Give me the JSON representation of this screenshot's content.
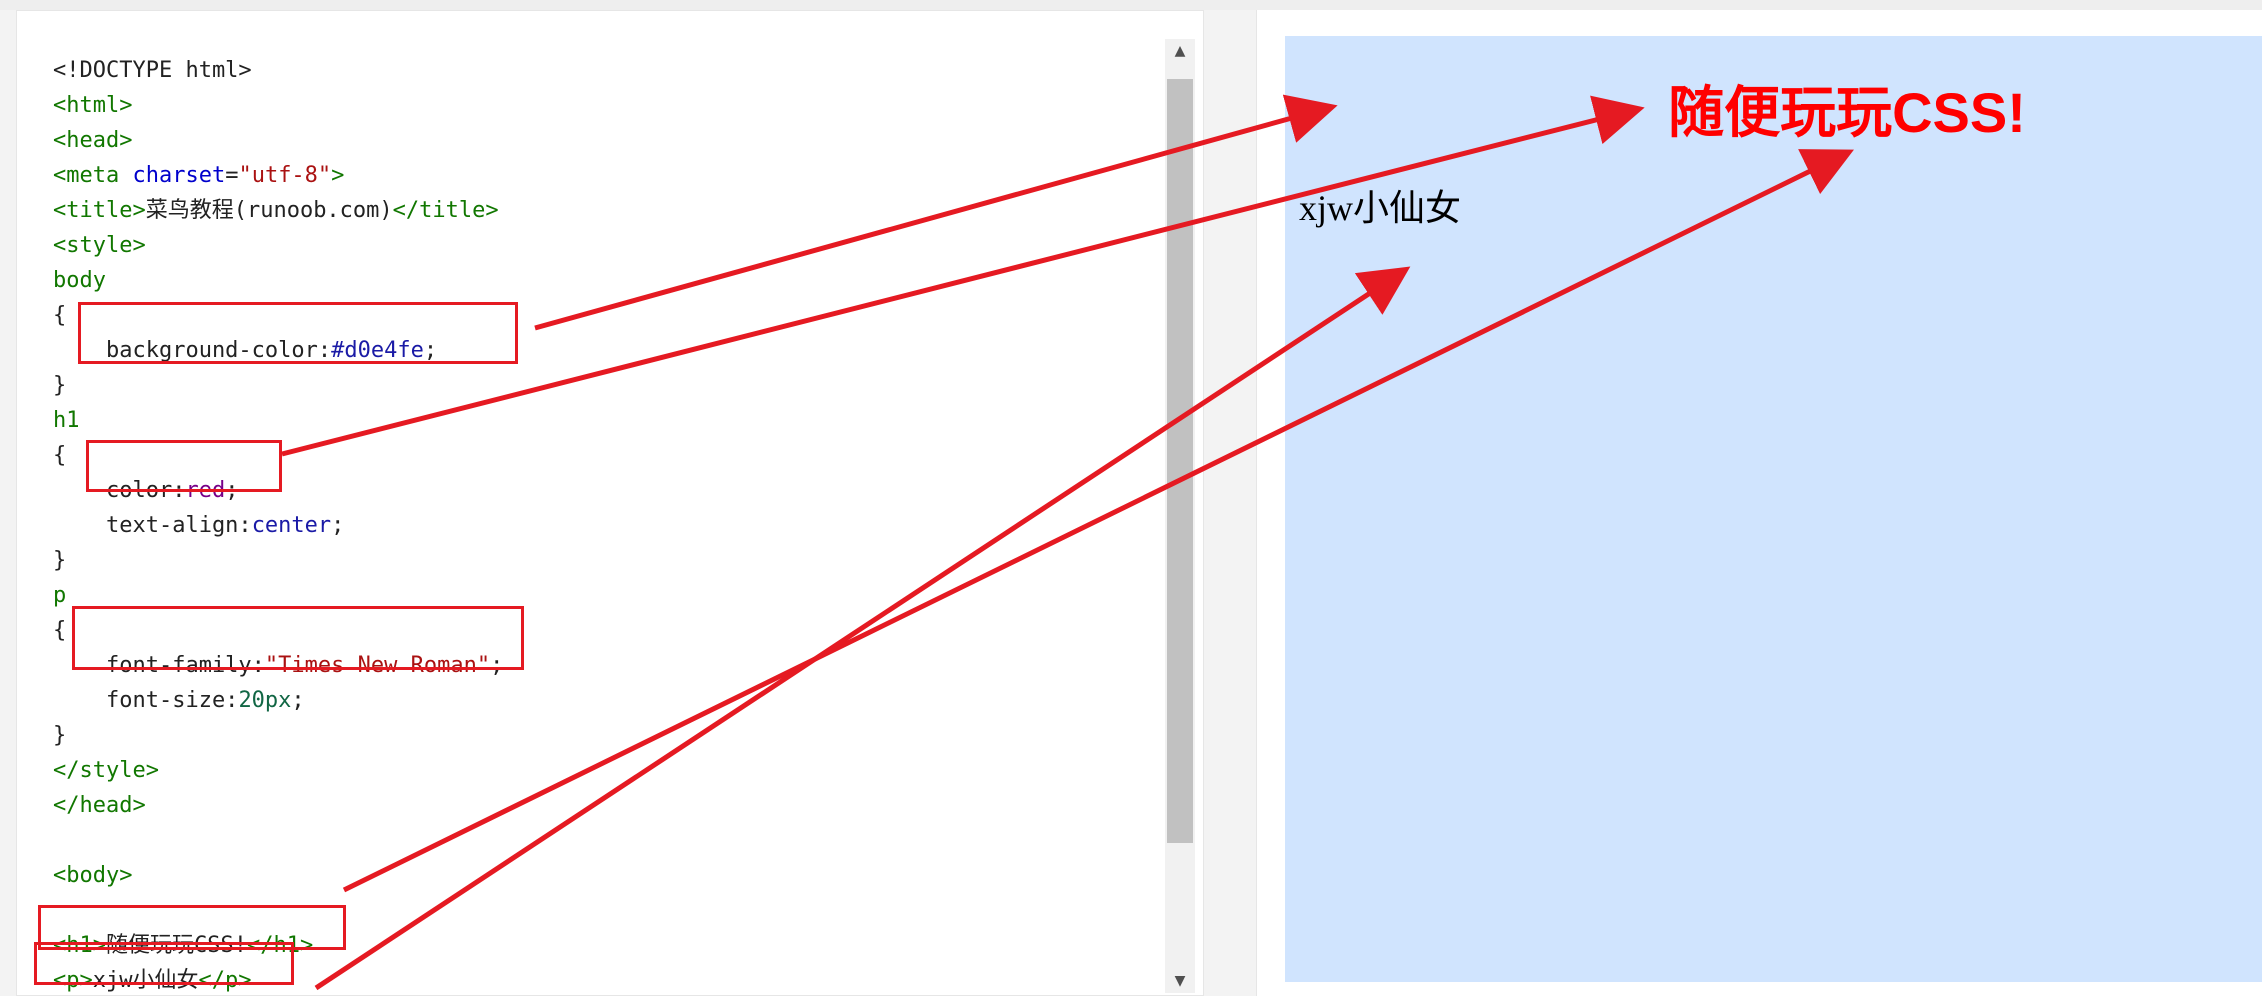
{
  "editor": {
    "lines": [
      [
        {
          "t": "<!DOCTYPE html>",
          "c": ""
        }
      ],
      [
        {
          "t": "<html>",
          "c": "c-tag"
        }
      ],
      [
        {
          "t": "<head>",
          "c": "c-tag"
        }
      ],
      [
        {
          "t": "<meta ",
          "c": "c-tag"
        },
        {
          "t": "charset",
          "c": "c-attr"
        },
        {
          "t": "=",
          "c": ""
        },
        {
          "t": "\"utf-8\"",
          "c": "c-str"
        },
        {
          "t": ">",
          "c": "c-tag"
        }
      ],
      [
        {
          "t": "<title>",
          "c": "c-tag"
        },
        {
          "t": "菜鸟教程(runoob.com)",
          "c": ""
        },
        {
          "t": "</title>",
          "c": "c-tag"
        }
      ],
      [
        {
          "t": "<style>",
          "c": "c-tag"
        }
      ],
      [
        {
          "t": "body",
          "c": "c-tag"
        }
      ],
      [
        {
          "t": "{",
          "c": ""
        }
      ],
      [
        {
          "t": "    background-color:",
          "c": ""
        },
        {
          "t": "#d0e4fe",
          "c": "c-hex"
        },
        {
          "t": ";",
          "c": ""
        }
      ],
      [
        {
          "t": "}",
          "c": ""
        }
      ],
      [
        {
          "t": "h1",
          "c": "c-tag"
        }
      ],
      [
        {
          "t": "{",
          "c": ""
        }
      ],
      [
        {
          "t": "    color:",
          "c": ""
        },
        {
          "t": "red",
          "c": "c-kw"
        },
        {
          "t": ";",
          "c": ""
        }
      ],
      [
        {
          "t": "    text-align:",
          "c": ""
        },
        {
          "t": "center",
          "c": "c-hex"
        },
        {
          "t": ";",
          "c": ""
        }
      ],
      [
        {
          "t": "}",
          "c": ""
        }
      ],
      [
        {
          "t": "p",
          "c": "c-tag"
        }
      ],
      [
        {
          "t": "{",
          "c": ""
        }
      ],
      [
        {
          "t": "    font-family:",
          "c": ""
        },
        {
          "t": "\"Times New Roman\"",
          "c": "c-str"
        },
        {
          "t": ";",
          "c": ""
        }
      ],
      [
        {
          "t": "    font-size:",
          "c": ""
        },
        {
          "t": "20px",
          "c": "c-num"
        },
        {
          "t": ";",
          "c": ""
        }
      ],
      [
        {
          "t": "}",
          "c": ""
        }
      ],
      [
        {
          "t": "</style>",
          "c": "c-tag"
        }
      ],
      [
        {
          "t": "</head>",
          "c": "c-tag"
        }
      ],
      [],
      [
        {
          "t": "<body>",
          "c": "c-tag"
        }
      ],
      [],
      [
        {
          "t": "<h1>",
          "c": "c-tag"
        },
        {
          "t": "随便玩玩CSS!",
          "c": ""
        },
        {
          "t": "</h1>",
          "c": "c-tag"
        }
      ],
      [
        {
          "t": "<p>",
          "c": "c-tag"
        },
        {
          "t": "xjw小仙女",
          "c": ""
        },
        {
          "t": "</p>",
          "c": "c-tag"
        }
      ]
    ]
  },
  "preview": {
    "heading": "随便玩玩CSS!",
    "paragraph": "xjw小仙女",
    "background_color": "#d0e4fe",
    "heading_color": "#ff0000"
  },
  "annotation_color": "#e51a22",
  "scrollbar": {
    "up_icon": "triangle-up-icon",
    "down_icon": "triangle-down-icon"
  }
}
